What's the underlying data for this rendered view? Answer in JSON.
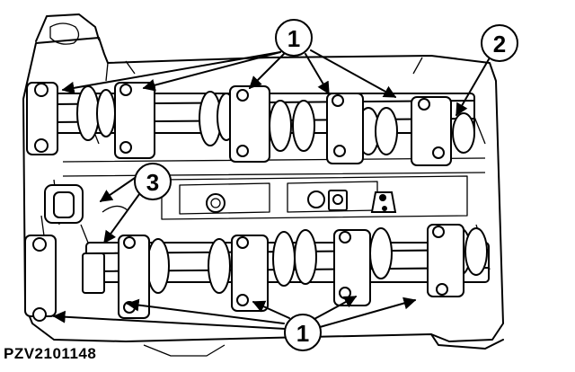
{
  "figure": {
    "id": "PZV2101148"
  },
  "callouts": [
    {
      "label": "1"
    },
    {
      "label": "2"
    },
    {
      "label": "3"
    },
    {
      "label": "1"
    }
  ]
}
